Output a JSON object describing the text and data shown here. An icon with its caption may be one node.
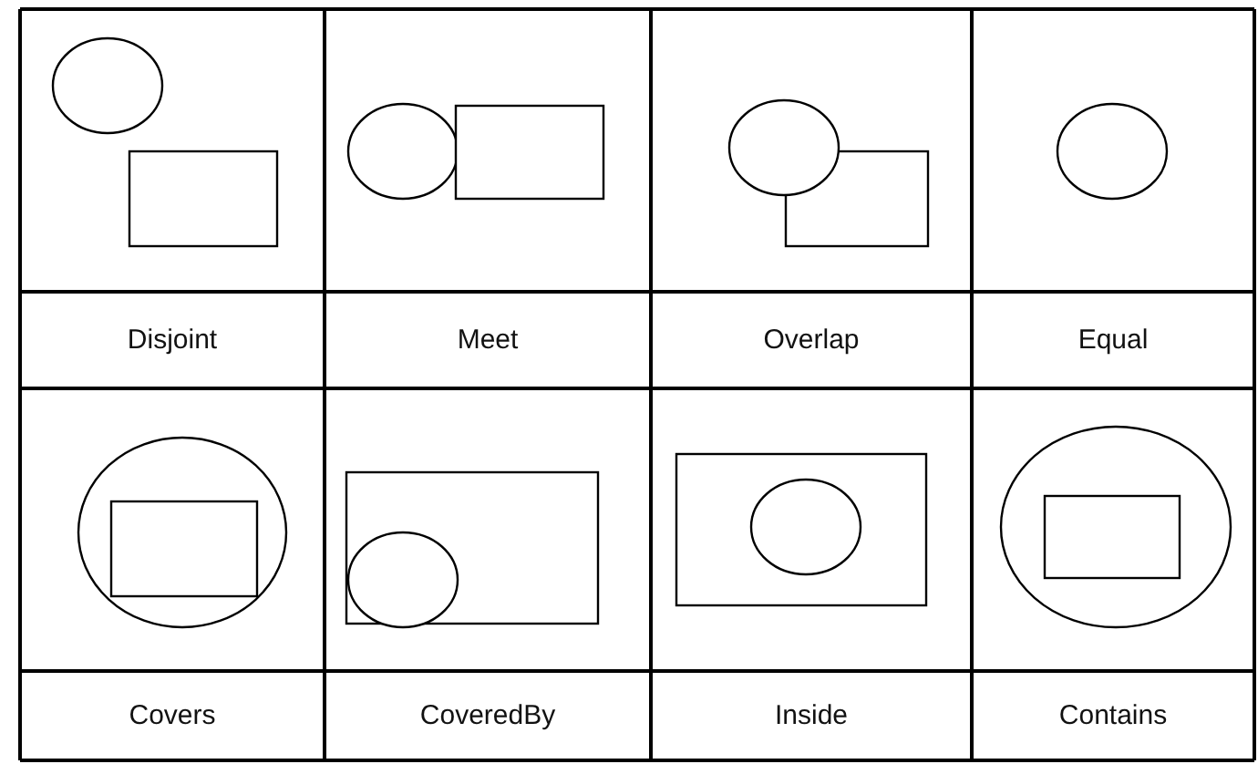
{
  "diagram": {
    "labels": [
      "Disjoint",
      "Meet",
      "Overlap",
      "Equal",
      "Covers",
      "CoveredBy",
      "Inside",
      "Contains"
    ]
  }
}
